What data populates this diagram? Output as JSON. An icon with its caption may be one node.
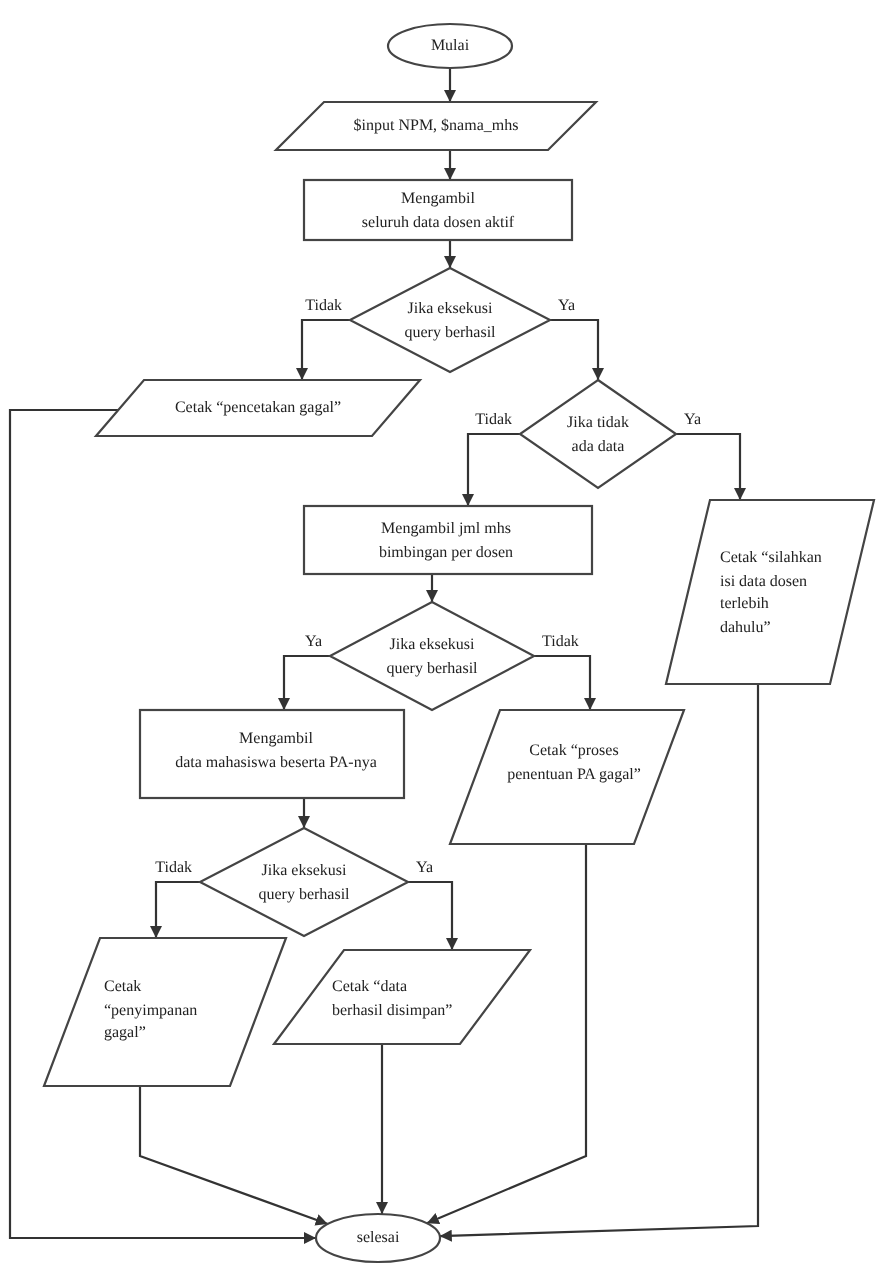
{
  "diagram": {
    "nodes": [
      {
        "text": [
          "Mulai"
        ]
      },
      {
        "text": [
          "$input NPM, $nama_mhs"
        ]
      },
      {
        "text": [
          "Mengambil seluruh data dosen aktif"
        ]
      },
      {
        "text": [
          "Jika eksekusi query berhasil"
        ]
      },
      {
        "text": [
          "Cetak “pencetakan gagal”"
        ]
      },
      {
        "text": [
          "Jika tidak ada data"
        ]
      },
      {
        "text": [
          "Mengambil jml mhs bimbingan per dosen"
        ]
      },
      {
        "text": [
          "Jika eksekusi query berhasil"
        ]
      },
      {
        "text": [
          "Mengambil data mahasiswa beserta PA-nya"
        ]
      },
      {
        "text": [
          "Cetak “proses penentuan PA gagal”"
        ]
      },
      {
        "text": [
          "Cetak “silahkan isi data dosen terlebih dahulu”"
        ]
      },
      {
        "text": [
          "Jika eksekusi query berhasil"
        ]
      },
      {
        "text": [
          "Cetak “penyimpanan gagal”"
        ]
      },
      {
        "text": [
          "Cetak “data berhasil disimpan”"
        ]
      },
      {
        "text": [
          "selesai"
        ]
      }
    ],
    "edges": [
      {
        "from": 0,
        "to": 1,
        "arrow": "to"
      },
      {
        "from": 1,
        "to": 2,
        "arrow": "to"
      },
      {
        "from": 2,
        "to": 3,
        "arrow": "to"
      },
      {
        "from": 3,
        "to": 4,
        "arrow": "to",
        "label": "Tidak"
      },
      {
        "from": 3,
        "to": 5,
        "arrow": "to",
        "label": "Ya"
      },
      {
        "from": 4,
        "to": 14,
        "arrow": "to"
      },
      {
        "from": 5,
        "to": 6,
        "arrow": "to",
        "label": "Tidak"
      },
      {
        "from": 5,
        "to": 10,
        "arrow": "to",
        "label": "Ya"
      },
      {
        "from": 6,
        "to": 7,
        "arrow": "to"
      },
      {
        "from": 7,
        "to": 8,
        "arrow": "to",
        "label": "Ya"
      },
      {
        "from": 7,
        "to": 9,
        "arrow": "to",
        "label": "Tidak"
      },
      {
        "from": 8,
        "to": 11,
        "arrow": "to"
      },
      {
        "from": 11,
        "to": 12,
        "arrow": "to",
        "label": "Tidak"
      },
      {
        "from": 11,
        "to": 13,
        "arrow": "to",
        "label": "Ya"
      },
      {
        "from": 12,
        "to": 14,
        "arrow": "to"
      },
      {
        "from": 13,
        "to": 14,
        "arrow": "to"
      },
      {
        "from": 9,
        "to": 14,
        "arrow": "to"
      },
      {
        "from": 10,
        "to": 14,
        "arrow": "to"
      }
    ]
  }
}
